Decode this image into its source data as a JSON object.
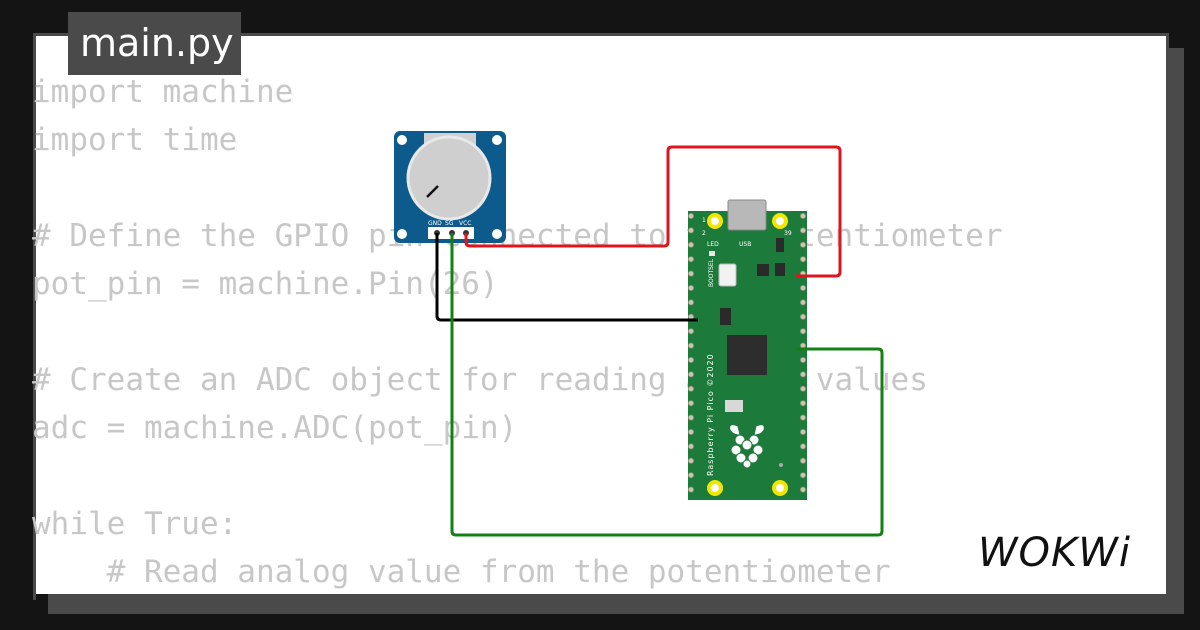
{
  "file_tab": {
    "label": "main.py"
  },
  "code_lines": [
    "import machine",
    "import time",
    "",
    "# Define the GPIO pin connected to the potentiometer",
    "pot_pin = machine.Pin(26)",
    "",
    "# Create an ADC object for reading analog values",
    "adc = machine.ADC(pot_pin)",
    "",
    "while True:",
    "    # Read analog value from the potentiometer"
  ],
  "potentiometer": {
    "pin_labels": [
      "GND",
      "SG",
      "VCC"
    ]
  },
  "pico_board": {
    "silkscreen": "Raspberry Pi Pico ©2020",
    "usb_label": "USB",
    "led_label": "LED",
    "bootsel_label": "BOOTSEL",
    "pin_number_1": "1",
    "pin_number_2": "2",
    "pin_number_39": "39"
  },
  "wires": [
    {
      "name": "power-wire",
      "color": "#e0141c"
    },
    {
      "name": "ground-wire",
      "color": "#000000"
    },
    {
      "name": "signal-wire",
      "color": "#148014"
    }
  ],
  "brand": {
    "logo_text": "WOKWi"
  },
  "colors": {
    "board_green": "#1c7a3a",
    "pot_blue": "#0d5b8c",
    "code_text": "#c7c7c7",
    "tab_background": "#4a4a4a"
  }
}
